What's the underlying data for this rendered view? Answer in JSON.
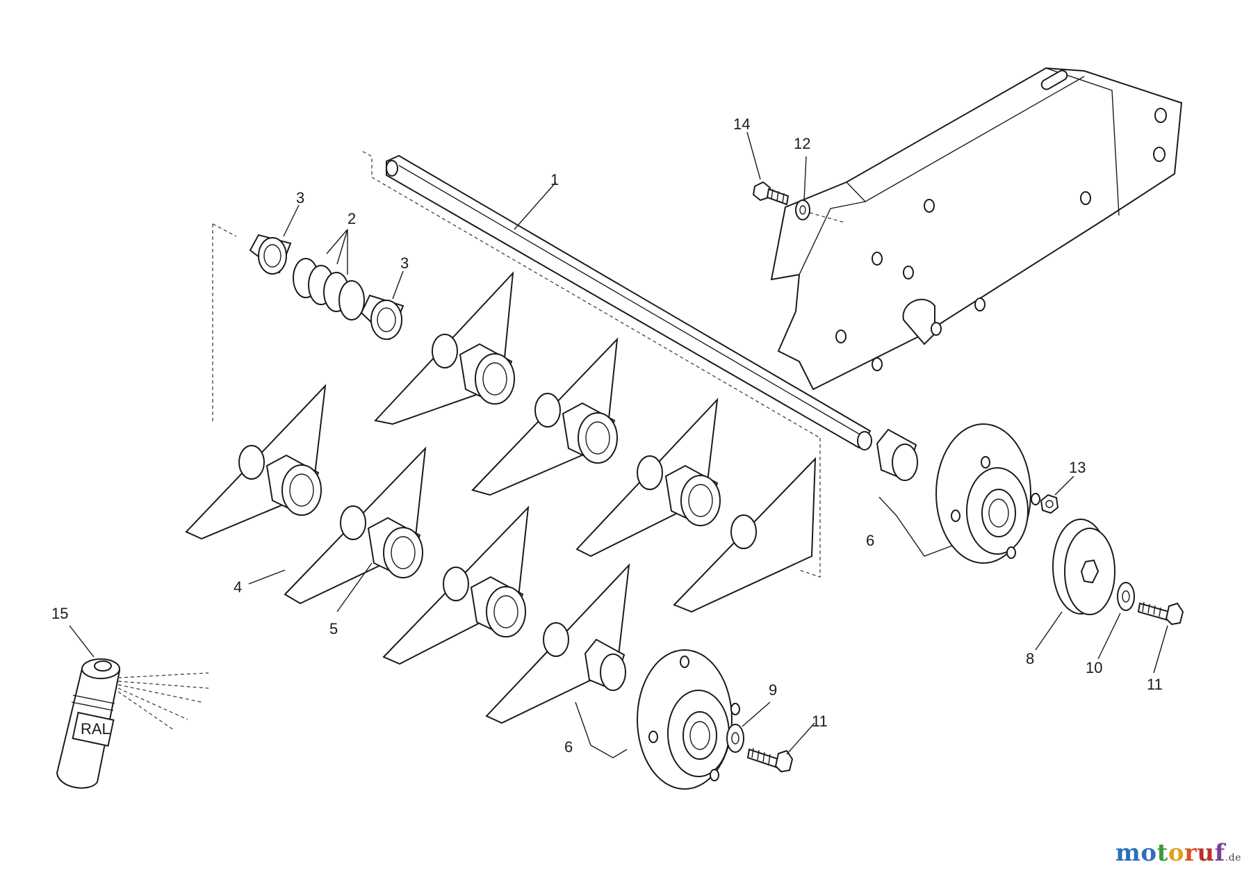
{
  "diagram": {
    "callouts": {
      "c1": "1",
      "c2": "2",
      "c3a": "3",
      "c3b": "3",
      "c4": "4",
      "c5": "5",
      "c6a": "6",
      "c6b": "6",
      "c8": "8",
      "c9": "9",
      "c10": "10",
      "c11a": "11",
      "c11b": "11",
      "c12": "12",
      "c13": "13",
      "c14": "14",
      "c15": "15"
    },
    "can_label": "RAL"
  },
  "watermark": {
    "letters": [
      {
        "char": "m",
        "color": "#2e6fb7"
      },
      {
        "char": "o",
        "color": "#2e6fb7"
      },
      {
        "char": "t",
        "color": "#3b9a3b"
      },
      {
        "char": "o",
        "color": "#e0a21b"
      },
      {
        "char": "r",
        "color": "#d9531e"
      },
      {
        "char": "u",
        "color": "#b8322a"
      },
      {
        "char": "f",
        "color": "#7a3f9b"
      }
    ],
    "tld": ".de"
  }
}
